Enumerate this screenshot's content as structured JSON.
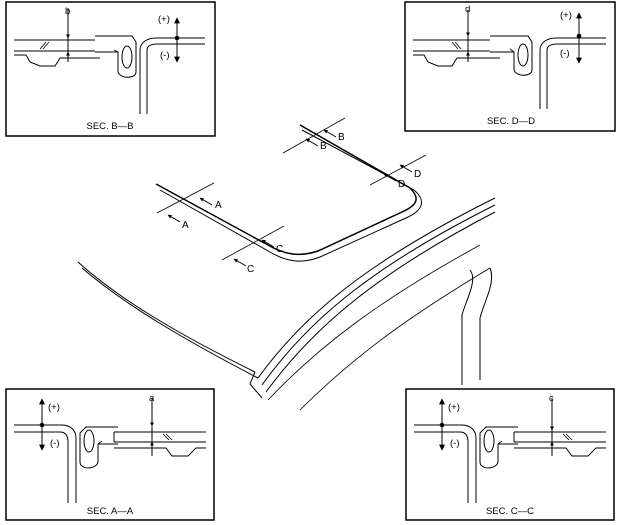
{
  "sections": {
    "bb": {
      "caption": "SEC. B—B",
      "gap_label": "b",
      "plus_label": "(+)",
      "minus_label": "(-)"
    },
    "dd": {
      "caption": "SEC. D—D",
      "gap_label": "d",
      "plus_label": "(+)",
      "minus_label": "(-)"
    },
    "aa": {
      "caption": "SEC. A—A",
      "gap_label": "a",
      "plus_label": "(+)",
      "minus_label": "(-)"
    },
    "cc": {
      "caption": "SEC. C—C",
      "gap_label": "c",
      "plus_label": "(+)",
      "minus_label": "(-)"
    }
  },
  "cut_labels": {
    "a1": "A",
    "a2": "A",
    "b1": "B",
    "b2": "B",
    "c1": "C",
    "c2": "C",
    "d1": "D",
    "d2": "D"
  }
}
